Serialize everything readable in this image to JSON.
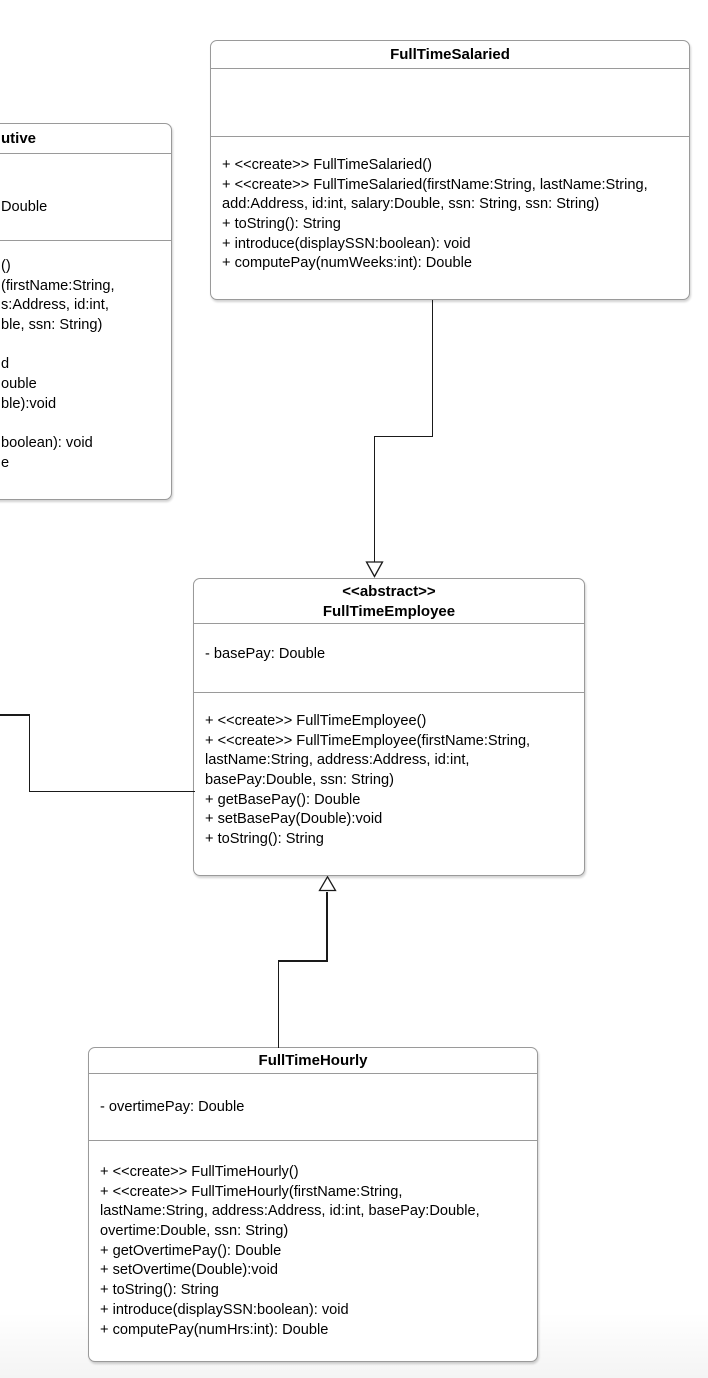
{
  "diagram_type": "uml-class-diagram",
  "colors": {
    "box_border": "#999999",
    "connector": "#1a1a1a",
    "text": "#000000",
    "background": "#ffffff"
  },
  "classes": {
    "executive_partial": {
      "title_fragment": "utive",
      "attribute_fragment": "Double",
      "method_fragments": [
        "()",
        "(firstName:String,",
        "s:Address, id:int,",
        "ble, ssn: String)",
        "",
        "d",
        "ouble",
        "ble):void",
        "",
        "boolean): void",
        "e"
      ]
    },
    "fulltime_salaried": {
      "title": "FullTimeSalaried",
      "attributes": [],
      "methods": [
        "+ <<create>> FullTimeSalaried()",
        "+ <<create>> FullTimeSalaried(firstName:String, lastName:String,",
        "add:Address, id:int, salary:Double, ssn: String, ssn: String)",
        "+ toString(): String",
        "+ introduce(displaySSN:boolean): void",
        "+ computePay(numWeeks:int): Double"
      ]
    },
    "fulltime_employee": {
      "stereotype": "<<abstract>>",
      "title": "FullTimeEmployee",
      "attributes": [
        "- basePay: Double"
      ],
      "methods": [
        "+ <<create>> FullTimeEmployee()",
        "+ <<create>> FullTimeEmployee(firstName:String,",
        "lastName:String, address:Address, id:int,",
        "basePay:Double, ssn: String)",
        "+ getBasePay(): Double",
        "+ setBasePay(Double):void",
        "+ toString(): String"
      ]
    },
    "fulltime_hourly": {
      "title": "FullTimeHourly",
      "attributes": [
        "- overtimePay: Double"
      ],
      "methods": [
        "+ <<create>> FullTimeHourly()",
        "+ <<create>> FullTimeHourly(firstName:String,",
        "lastName:String, address:Address, id:int, basePay:Double,",
        "overtime:Double, ssn: String)",
        "+ getOvertimePay(): Double",
        "+ setOvertime(Double):void",
        "+ toString(): String",
        "+ introduce(displaySSN:boolean): void",
        "+ computePay(numHrs:int): Double"
      ]
    }
  },
  "relationships": [
    {
      "from": "FullTimeSalaried",
      "to": "FullTimeEmployee",
      "type": "generalization"
    },
    {
      "from": "FullTimeHourly",
      "to": "FullTimeEmployee",
      "type": "generalization"
    },
    {
      "from": "off-screen-left-class",
      "to": "FullTimeEmployee",
      "type": "connector"
    }
  ]
}
